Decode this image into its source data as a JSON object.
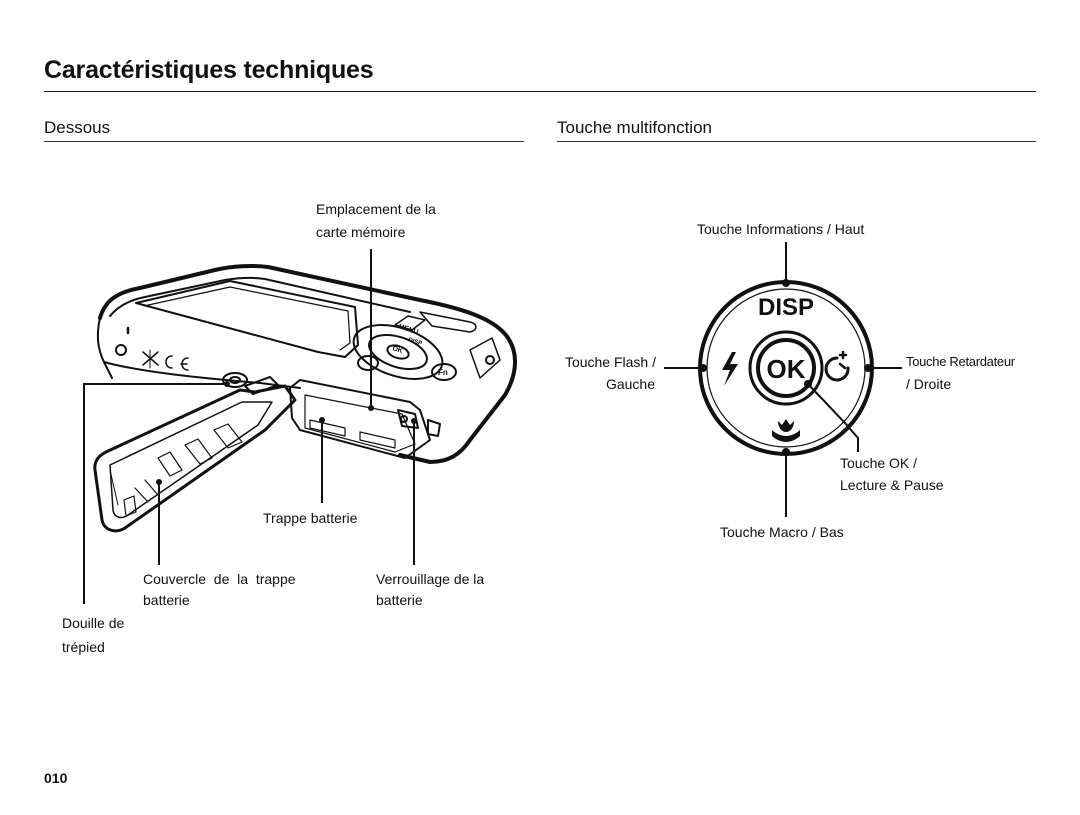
{
  "page": {
    "title": "Caractéristiques techniques",
    "page_number": "010"
  },
  "dessous": {
    "heading": "Dessous",
    "card_slot_line1": "Emplacement de la",
    "card_slot_line2": "carte mémoire",
    "battery_chamber": "Trappe batterie",
    "cover_line1": "Couvercle  de  la  trappe",
    "cover_line2": "batterie",
    "lock_line1": "Verrouillage de la",
    "lock_line2": "batterie",
    "tripod_line1": "Douille de",
    "tripod_line2": "trépied",
    "camera_glyphs": {
      "menu": "MENU",
      "ok": "OK",
      "disp": "DISP",
      "fn": "Fn"
    }
  },
  "multifonction": {
    "heading": "Touche multifonction",
    "info_up": "Touche Informations / Haut",
    "flash_line1": "Touche Flash /",
    "flash_line2": "Gauche",
    "timer_line1": "Touche Retardateur",
    "timer_line2": "/ Droite",
    "ok_line1": "Touche OK /",
    "ok_line2": "Lecture & Pause",
    "macro_down": "Touche Macro / Bas",
    "dial": {
      "disp": "DISP",
      "ok": "OK"
    }
  }
}
